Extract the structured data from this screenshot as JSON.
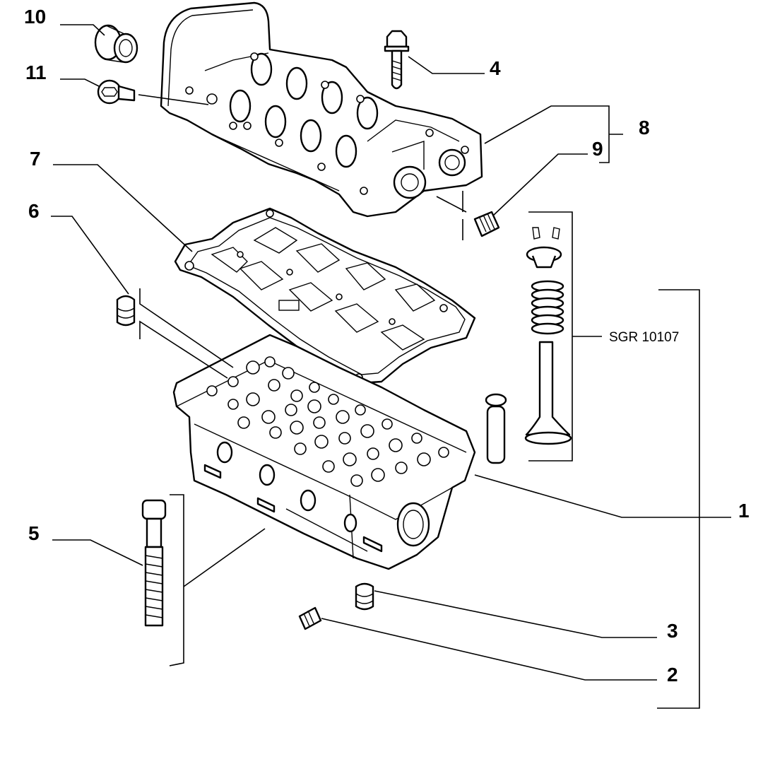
{
  "diagram": {
    "callouts": [
      {
        "id": "1",
        "label": "1"
      },
      {
        "id": "2",
        "label": "2"
      },
      {
        "id": "3",
        "label": "3"
      },
      {
        "id": "4",
        "label": "4"
      },
      {
        "id": "5",
        "label": "5"
      },
      {
        "id": "6",
        "label": "6"
      },
      {
        "id": "7",
        "label": "7"
      },
      {
        "id": "8",
        "label": "8"
      },
      {
        "id": "9",
        "label": "9"
      },
      {
        "id": "10",
        "label": "10"
      },
      {
        "id": "11",
        "label": "11"
      }
    ],
    "reference": "SGR 10107"
  }
}
